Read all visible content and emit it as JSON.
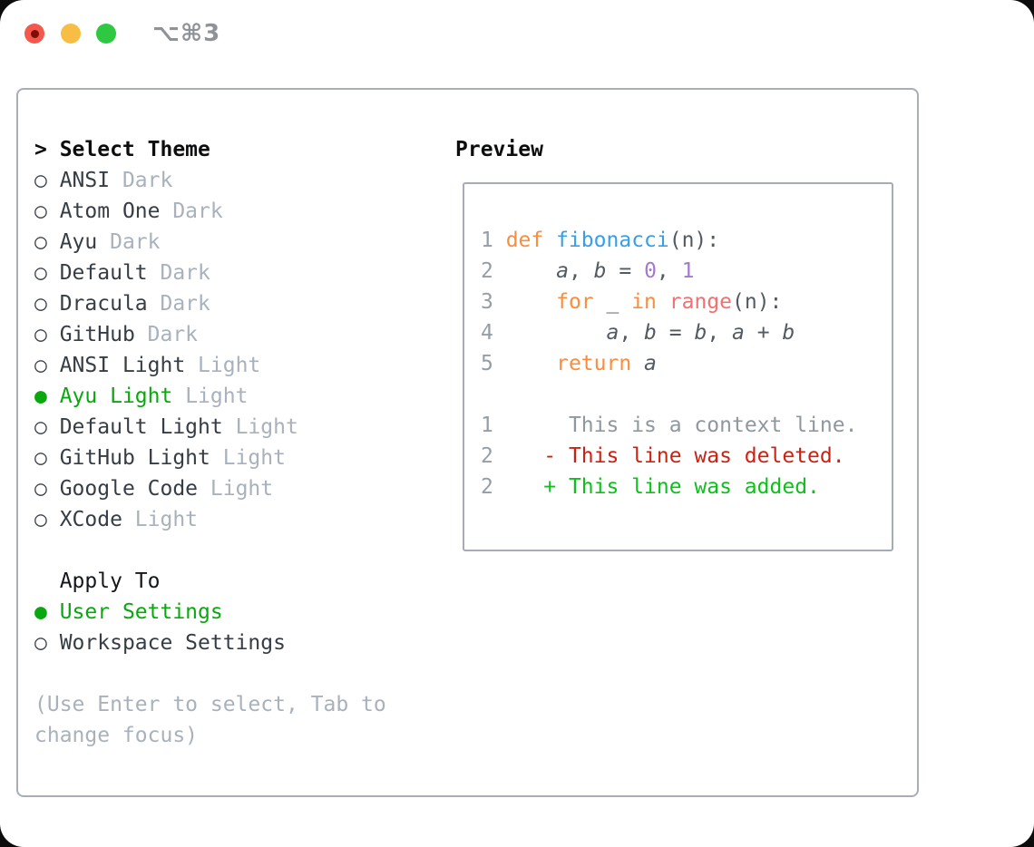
{
  "window": {
    "title": "⌥⌘3",
    "traffic_lights": [
      "close",
      "minimize",
      "zoom"
    ]
  },
  "colors": {
    "selection_green": "#0aa80f",
    "diff_added_green": "#0fc01c",
    "diff_deleted_red": "#cb2213",
    "keyword_orange": "#fa8d3e",
    "function_blue": "#399ee6",
    "builtin_coral": "#f07171",
    "number_purple": "#a37acc",
    "muted_gray": "#a9b1bb",
    "border_gray": "#a7aeb8",
    "traffic_red": "#f4574c",
    "traffic_yellow": "#f8bd45",
    "traffic_green": "#2ec940"
  },
  "theme_picker": {
    "header": "Select Theme",
    "selected_theme": "Ayu Light",
    "apply_to_header": "Apply To",
    "apply_to_selected": "User Settings",
    "hint": "(Use Enter to select, Tab to change focus)",
    "themes": [
      {
        "name": "ANSI",
        "tag": "Dark",
        "selected": false
      },
      {
        "name": "Atom One",
        "tag": "Dark",
        "selected": false
      },
      {
        "name": "Ayu",
        "tag": "Dark",
        "selected": false
      },
      {
        "name": "Default",
        "tag": "Dark",
        "selected": false
      },
      {
        "name": "Dracula",
        "tag": "Dark",
        "selected": false
      },
      {
        "name": "GitHub",
        "tag": "Dark",
        "selected": false
      },
      {
        "name": "ANSI Light",
        "tag": "Light",
        "selected": false
      },
      {
        "name": "Ayu Light",
        "tag": "Light",
        "selected": true
      },
      {
        "name": "Default Light",
        "tag": "Light",
        "selected": false
      },
      {
        "name": "GitHub Light",
        "tag": "Light",
        "selected": false
      },
      {
        "name": "Google Code",
        "tag": "Light",
        "selected": false
      },
      {
        "name": "XCode",
        "tag": "Light",
        "selected": false
      }
    ],
    "apply_options": [
      {
        "label": "User Settings",
        "selected": true
      },
      {
        "label": "Workspace Settings",
        "selected": false
      }
    ]
  },
  "left": {
    "lines": [
      [
        {
          "t": "> Select Theme",
          "c": "hdr"
        }
      ],
      [
        {
          "t": "○ ",
          "c": "mark"
        },
        {
          "t": "ANSI ",
          "c": "name"
        },
        {
          "t": "Dark",
          "c": "tag"
        }
      ],
      [
        {
          "t": "○ ",
          "c": "mark"
        },
        {
          "t": "Atom One ",
          "c": "name"
        },
        {
          "t": "Dark",
          "c": "tag"
        }
      ],
      [
        {
          "t": "○ ",
          "c": "mark"
        },
        {
          "t": "Ayu ",
          "c": "name"
        },
        {
          "t": "Dark",
          "c": "tag"
        }
      ],
      [
        {
          "t": "○ ",
          "c": "mark"
        },
        {
          "t": "Default ",
          "c": "name"
        },
        {
          "t": "Dark",
          "c": "tag"
        }
      ],
      [
        {
          "t": "○ ",
          "c": "mark"
        },
        {
          "t": "Dracula ",
          "c": "name"
        },
        {
          "t": "Dark",
          "c": "tag"
        }
      ],
      [
        {
          "t": "○ ",
          "c": "mark"
        },
        {
          "t": "GitHub ",
          "c": "name"
        },
        {
          "t": "Dark",
          "c": "tag"
        }
      ],
      [
        {
          "t": "○ ",
          "c": "mark"
        },
        {
          "t": "ANSI Light ",
          "c": "name"
        },
        {
          "t": "Light",
          "c": "tag"
        }
      ],
      [
        {
          "t": "● ",
          "c": "sel"
        },
        {
          "t": "Ayu Light ",
          "c": "sel"
        },
        {
          "t": "Light",
          "c": "tag"
        }
      ],
      [
        {
          "t": "○ ",
          "c": "mark"
        },
        {
          "t": "Default Light ",
          "c": "name"
        },
        {
          "t": "Light",
          "c": "tag"
        }
      ],
      [
        {
          "t": "○ ",
          "c": "mark"
        },
        {
          "t": "GitHub Light ",
          "c": "name"
        },
        {
          "t": "Light",
          "c": "tag"
        }
      ],
      [
        {
          "t": "○ ",
          "c": "mark"
        },
        {
          "t": "Google Code ",
          "c": "name"
        },
        {
          "t": "Light",
          "c": "tag"
        }
      ],
      [
        {
          "t": "○ ",
          "c": "mark"
        },
        {
          "t": "XCode ",
          "c": "name"
        },
        {
          "t": "Light",
          "c": "tag"
        }
      ],
      [],
      [
        {
          "t": "  Apply To",
          "c": "hdr2"
        }
      ],
      [
        {
          "t": "● ",
          "c": "sel"
        },
        {
          "t": "User Settings",
          "c": "sel"
        }
      ],
      [
        {
          "t": "○ ",
          "c": "mark"
        },
        {
          "t": "Workspace Settings",
          "c": "name"
        }
      ],
      [],
      [
        {
          "t": "(Use Enter to select, Tab to",
          "c": "hint"
        }
      ],
      [
        {
          "t": "change focus)",
          "c": "hint"
        }
      ]
    ]
  },
  "preview": {
    "header": "Preview",
    "lines": [
      [
        {
          "t": "1 ",
          "c": "num"
        },
        {
          "t": "def",
          "c": "kw"
        },
        {
          "t": " ",
          "c": "def"
        },
        {
          "t": "fibonacci",
          "c": "fn"
        },
        {
          "t": "(n):",
          "c": "def"
        }
      ],
      [
        {
          "t": "2 ",
          "c": "num"
        },
        {
          "t": "    ",
          "c": "def"
        },
        {
          "t": "a",
          "c": "var"
        },
        {
          "t": ", ",
          "c": "def"
        },
        {
          "t": "b",
          "c": "var"
        },
        {
          "t": " = ",
          "c": "def"
        },
        {
          "t": "0",
          "c": "lit"
        },
        {
          "t": ", ",
          "c": "def"
        },
        {
          "t": "1",
          "c": "lit"
        }
      ],
      [
        {
          "t": "3 ",
          "c": "num"
        },
        {
          "t": "    ",
          "c": "def"
        },
        {
          "t": "for",
          "c": "kw"
        },
        {
          "t": " _ ",
          "c": "def"
        },
        {
          "t": "in",
          "c": "kw"
        },
        {
          "t": " ",
          "c": "def"
        },
        {
          "t": "range",
          "c": "builtin"
        },
        {
          "t": "(n):",
          "c": "def"
        }
      ],
      [
        {
          "t": "4 ",
          "c": "num"
        },
        {
          "t": "        ",
          "c": "def"
        },
        {
          "t": "a",
          "c": "var"
        },
        {
          "t": ", ",
          "c": "def"
        },
        {
          "t": "b",
          "c": "var"
        },
        {
          "t": " = ",
          "c": "def"
        },
        {
          "t": "b",
          "c": "var"
        },
        {
          "t": ", ",
          "c": "def"
        },
        {
          "t": "a",
          "c": "var"
        },
        {
          "t": " + ",
          "c": "def"
        },
        {
          "t": "b",
          "c": "var"
        }
      ],
      [
        {
          "t": "5 ",
          "c": "num"
        },
        {
          "t": "    ",
          "c": "def"
        },
        {
          "t": "return",
          "c": "kw"
        },
        {
          "t": " ",
          "c": "def"
        },
        {
          "t": "a",
          "c": "var"
        }
      ],
      [],
      [
        {
          "t": "1",
          "c": "num"
        },
        {
          "t": "      ",
          "c": "def"
        },
        {
          "t": "This is a context line.",
          "c": "ctx"
        }
      ],
      [
        {
          "t": "2",
          "c": "num"
        },
        {
          "t": "    ",
          "c": "def"
        },
        {
          "t": "- This line was deleted.",
          "c": "del"
        }
      ],
      [
        {
          "t": "2",
          "c": "num"
        },
        {
          "t": "    ",
          "c": "def"
        },
        {
          "t": "+ This line was added.",
          "c": "add"
        }
      ]
    ]
  }
}
